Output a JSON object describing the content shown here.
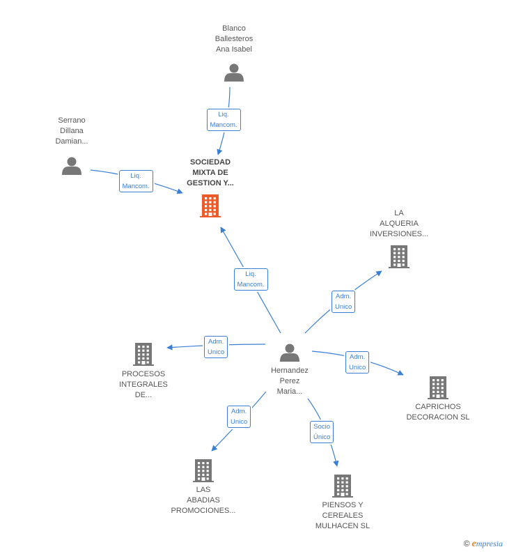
{
  "colors": {
    "edge": "#3a7fd5",
    "person": "#777777",
    "company": "#777777",
    "main_company": "#f05a28"
  },
  "nodes": [
    {
      "id": "blanco",
      "kind": "person",
      "lines": [
        "Blanco",
        "Ballesteros",
        "Ana Isabel"
      ]
    },
    {
      "id": "serrano",
      "kind": "person",
      "lines": [
        "Serrano",
        "Dillana",
        "Damian..."
      ]
    },
    {
      "id": "sociedad",
      "kind": "main",
      "lines": [
        "SOCIEDAD",
        "MIXTA DE",
        "GESTION Y..."
      ]
    },
    {
      "id": "alqueria",
      "kind": "company",
      "lines": [
        "LA",
        "ALQUERIA",
        "INVERSIONES..."
      ]
    },
    {
      "id": "procesos",
      "kind": "company",
      "lines": [
        "PROCESOS",
        "INTEGRALES",
        "DE..."
      ]
    },
    {
      "id": "hernandez",
      "kind": "person",
      "lines": [
        "Hernandez",
        "Perez",
        "Maria..."
      ]
    },
    {
      "id": "caprichos",
      "kind": "company",
      "lines": [
        "CAPRICHOS",
        "DECORACION SL"
      ]
    },
    {
      "id": "abadias",
      "kind": "company",
      "lines": [
        "LAS",
        "ABADIAS",
        "PROMOCIONES..."
      ]
    },
    {
      "id": "piensos",
      "kind": "company",
      "lines": [
        "PIENSOS Y",
        "CEREALES",
        "MULHACEN SL"
      ]
    }
  ],
  "edges": [
    {
      "from": "blanco",
      "to": "sociedad",
      "label": [
        "Liq.",
        "Mancom."
      ]
    },
    {
      "from": "serrano",
      "to": "sociedad",
      "label": [
        "Liq.",
        "Mancom."
      ]
    },
    {
      "from": "hernandez",
      "to": "sociedad",
      "label": [
        "Liq.",
        "Mancom."
      ]
    },
    {
      "from": "hernandez",
      "to": "alqueria",
      "label": [
        "Adm.",
        "Unico"
      ]
    },
    {
      "from": "hernandez",
      "to": "procesos",
      "label": [
        "Adm.",
        "Unico"
      ]
    },
    {
      "from": "hernandez",
      "to": "caprichos",
      "label": [
        "Adm.",
        "Unico"
      ]
    },
    {
      "from": "hernandez",
      "to": "abadias",
      "label": [
        "Adm.",
        "Unico"
      ]
    },
    {
      "from": "hernandez",
      "to": "piensos",
      "label": [
        "Socio",
        "Único"
      ]
    }
  ],
  "footer": {
    "copyright": "©",
    "brand_initial": "e",
    "brand_rest": "mpresia"
  }
}
